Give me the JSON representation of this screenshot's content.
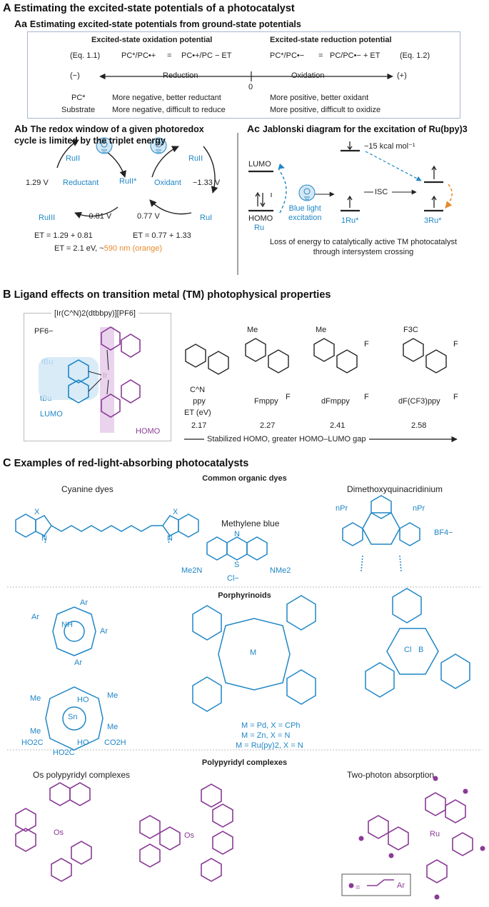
{
  "panelA": {
    "title_letter": "A",
    "title": "Estimating the excited-state potentials of a photocatalyst",
    "Aa": {
      "letter": "Aa",
      "title": "Estimating excited-state potentials from ground-state potentials",
      "ox_title": "Excited-state oxidation potential",
      "red_title": "Excited-state reduction potential",
      "eq1_label": "(Eq. 1.1)",
      "eq2_label": "(Eq. 1.2)",
      "eq1_lhs": "PC*/PC•+",
      "eq1_rhs": "PC•+/PC − ET",
      "eq2_lhs": "PC*/PC•−",
      "eq2_rhs": "PC/PC•− + ET",
      "equals": "=",
      "minus_sign": "(−)",
      "plus_sign": "(+)",
      "reduction": "Reduction",
      "oxidation": "Oxidation",
      "zero": "0",
      "pc_label": "PC*",
      "substrate_label": "Substrate",
      "pc_left": "More negative, better reductant",
      "pc_right": "More positive, better oxidant",
      "sub_left": "More negative, difficult to reduce",
      "sub_right": "More positive, difficult to oxidize"
    },
    "Ab": {
      "letter": "Ab",
      "title_l1": "The redox window of a given photoredox",
      "title_l2": "cycle is limited by the triplet energy",
      "ru2_left": "RuII",
      "ru2_right": "RuII",
      "ru2star": "RuII*",
      "ru3": "RuIII",
      "ru1": "RuI",
      "v_left": "1.29 V",
      "v_right": "−1.33 V",
      "v_bl": "−0.81 V",
      "v_br": "0.77 V",
      "reductant": "Reductant",
      "oxidant": "Oxidant",
      "et_left": "ET = 1.29 + 0.81",
      "et_right": "ET = 0.77 + 1.33",
      "et_total": "ET = 2.1 eV, ~",
      "et_nm": "590 nm (orange)"
    },
    "Ac": {
      "letter": "Ac",
      "title": "Jablonski diagram for the excitation of Ru(bpy)3",
      "lumo": "LUMO",
      "homo": "HOMO",
      "ru": "Ru",
      "blue_light_l1": "Blue light",
      "blue_light_l2": "excitation",
      "kcal": "−15 kcal mol⁻¹",
      "isc": "ISC",
      "ru1star": "1Ru*",
      "ru3star": "3Ru*",
      "caption_l1": "Loss of energy to catalytically active TM photocatalyst",
      "caption_l2": "through intersystem crossing"
    }
  },
  "panelB": {
    "title_letter": "B",
    "title": "Ligand effects on transition metal (TM) photophysical properties",
    "complex_formula": "[Ir(C^N)2(dtbbpy)][PF6]",
    "pf6": "PF6−",
    "tbu": "tBu",
    "ir": "Ir",
    "lumo": "LUMO",
    "homo": "HOMO",
    "row_cn": "C^N",
    "row_et": "ET (eV)",
    "ligands": [
      {
        "name": "ppy",
        "et": "2.17"
      },
      {
        "name": "Fmppy",
        "et": "2.27"
      },
      {
        "name": "dFmppy",
        "et": "2.41"
      },
      {
        "name": "dF(CF3)ppy",
        "et": "2.58"
      }
    ],
    "me": "Me",
    "f": "F",
    "cf3": "F3C",
    "trend": "Stabilized HOMO, greater HOMO–LUMO gap"
  },
  "panelC": {
    "title_letter": "C",
    "title": "Examples of red-light-absorbing photocatalysts",
    "organic_header": "Common organic dyes",
    "cyanine": "Cyanine dyes",
    "methylene_blue": "Methylene blue",
    "dmqa": "Dimethoxyquinacridinium",
    "porph_header": "Porphyrinoids",
    "m_pd": "M = Pd, X = CPh",
    "m_zn": "M = Zn, X = N",
    "m_ru": "M = Ru(py)2, X = N",
    "poly_header": "Polypyridyl complexes",
    "os_label": "Os polypyridyl complexes",
    "twophoton": "Two-photon absorption",
    "legend_ar": "Ar",
    "x": "X",
    "n": "N",
    "s": "S",
    "me2n": "Me2N",
    "nme2": "NMe2",
    "cl": "Cl−",
    "npr": "nPr",
    "bf4": "BF4−",
    "ar": "Ar",
    "nh": "NH",
    "m": "M",
    "sn": "Sn",
    "ho": "HO",
    "b_cl": "Cl",
    "b": "B",
    "os": "Os",
    "ru": "Ru",
    "me": "Me",
    "ho2c": "HO2C",
    "co2h": "CO2H"
  },
  "colors": {
    "blue": "#1f86c6",
    "purple": "#8a3b96",
    "orange": "#e88a2d",
    "box_border": "#a9b6cf"
  }
}
